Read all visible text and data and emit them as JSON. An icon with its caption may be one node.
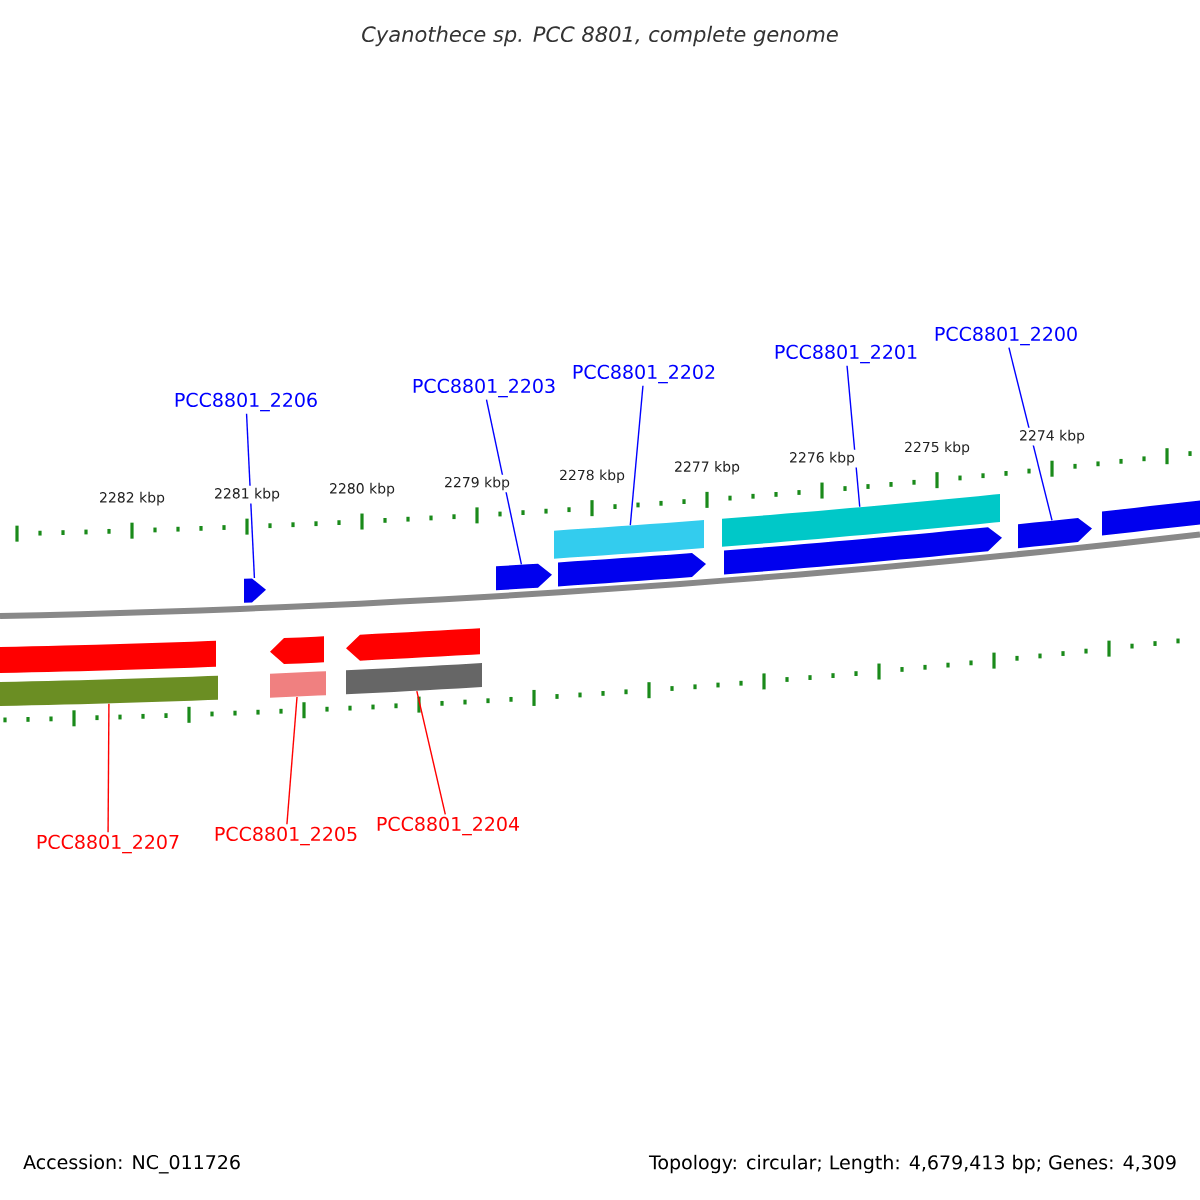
{
  "diagram": {
    "title": "Cyanothece sp. PCC 8801, complete genome",
    "nodes": [
      {
        "text": [
          "PCC8801_2206"
        ]
      },
      {
        "text": [
          "PCC8801_2203"
        ]
      },
      {
        "text": [
          "PCC8801_2202"
        ]
      },
      {
        "text": [
          "PCC8801_2201"
        ]
      },
      {
        "text": [
          "PCC8801_2200"
        ]
      },
      {
        "text": [
          "PCC8801_2207"
        ]
      },
      {
        "text": [
          "PCC8801_2205"
        ]
      },
      {
        "text": [
          "PCC8801_2204"
        ]
      },
      {
        "text": [],
        "shape": "bar"
      },
      {
        "text": [],
        "shape": "bar"
      },
      {
        "text": [],
        "shape": "bar"
      },
      {
        "text": [],
        "shape": "bar"
      },
      {
        "text": [],
        "shape": "bar"
      },
      {
        "text": [],
        "shape": "bar"
      },
      {
        "text": [],
        "shape": "bar"
      },
      {
        "text": [],
        "shape": "bar"
      },
      {
        "text": [],
        "shape": "bar"
      },
      {
        "text": [],
        "shape": "bar"
      },
      {
        "text": [],
        "shape": "bar"
      },
      {
        "text": [],
        "shape": "bar"
      },
      {
        "text": [],
        "shape": "bar"
      },
      {
        "text": [],
        "shape": "bar"
      }
    ],
    "edges": [
      {
        "from": 0,
        "to": 8,
        "arrow": "none"
      },
      {
        "from": 1,
        "to": 9,
        "arrow": "none"
      },
      {
        "from": 2,
        "to": 10,
        "arrow": "none"
      },
      {
        "from": 3,
        "to": 11,
        "arrow": "none"
      },
      {
        "from": 4,
        "to": 12,
        "arrow": "none"
      },
      {
        "from": 5,
        "to": 13,
        "arrow": "none",
        "color": "#ff0000"
      },
      {
        "from": 6,
        "to": 14,
        "arrow": "none",
        "color": "#ff0000"
      },
      {
        "from": 7,
        "to": 15,
        "arrow": "none",
        "color": "#ff0000"
      }
    ],
    "labels": [
      "2282 kbp",
      "2281 kbp",
      "2280 kbp",
      "2279 kbp",
      "2278 kbp",
      "2277 kbp",
      "2276 kbp",
      "2275 kbp",
      "2274 kbp",
      "Accession: NC_011726",
      "Topology: circular; Length: 4,679,413 bp; Genes: 4,309"
    ]
  }
}
